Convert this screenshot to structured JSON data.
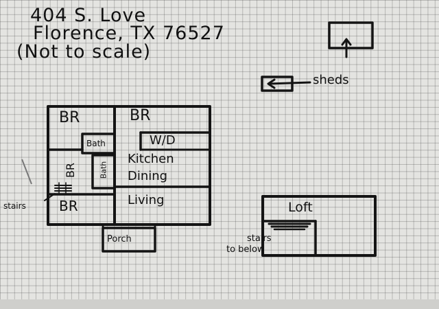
{
  "title": {
    "line1": "404 S. Love",
    "line2": "Florence, TX 76527",
    "line3": "(Not to scale)"
  },
  "house": {
    "rooms": {
      "br_top_left": "BR",
      "br_top_right": "BR",
      "bath_upper": "Bath",
      "wd": "W/D",
      "bath_lower": "Bath",
      "br_mid_left": "BR",
      "kitchen": "Kitchen",
      "dining": "Dining",
      "br_bottom_left": "BR",
      "living": "Living",
      "porch": "Porch"
    },
    "stairs_label": "stairs"
  },
  "sheds": {
    "label": "sheds"
  },
  "loft": {
    "label": "Loft",
    "stairs_line1": "stairs",
    "stairs_line2": "to below"
  },
  "colors": {
    "ink": "#141414",
    "paper": "#e4e4e1",
    "grid": "#7a7a7a"
  }
}
